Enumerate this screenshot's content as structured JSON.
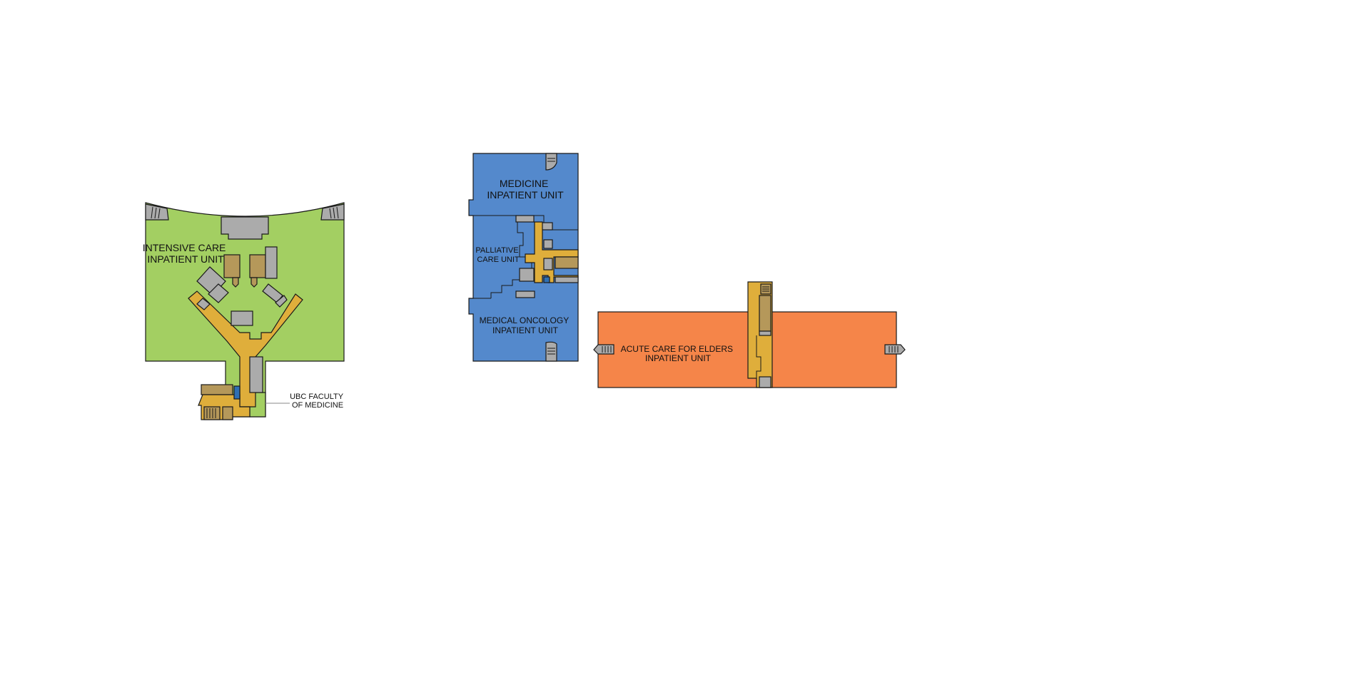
{
  "colors": {
    "background": "#ffffff",
    "icu": "#a3cf62",
    "medicine": "#5489cc",
    "acute_care": "#f58549",
    "corridor": "#dfae3b",
    "service": "#b5985a",
    "utility": "#ababab",
    "elevator": "#2f6fb3",
    "outline": "#1a1a1a"
  },
  "units": {
    "icu": {
      "line1": "INTENSIVE CARE",
      "line2": "INPATIENT UNIT"
    },
    "ubc": {
      "line1": "UBC FACULTY",
      "line2": "OF MEDICINE"
    },
    "medicine": {
      "line1": "MEDICINE",
      "line2": "INPATIENT UNIT"
    },
    "palliative": {
      "line1": "PALLIATIVE",
      "line2": "CARE UNIT"
    },
    "oncology": {
      "line1": "MEDICAL ONCOLOGY",
      "line2": "INPATIENT UNIT"
    },
    "acute": {
      "line1": "ACUTE CARE FOR ELDERS",
      "line2": "INPATIENT UNIT"
    }
  }
}
